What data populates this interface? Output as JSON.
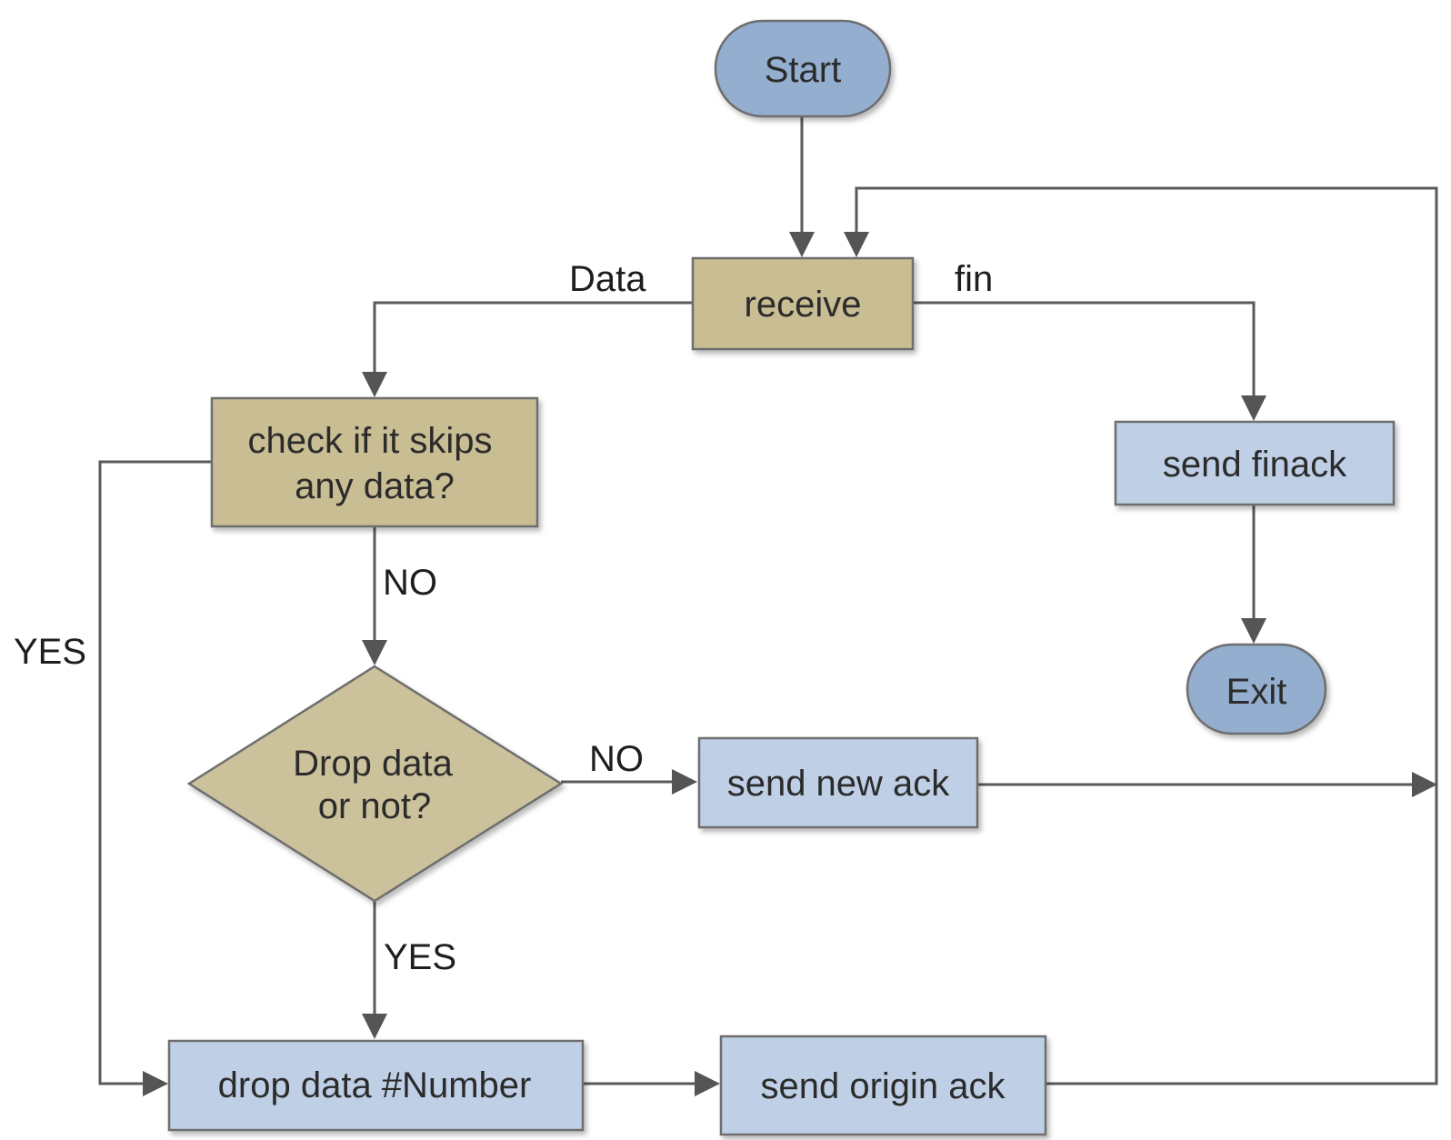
{
  "colors": {
    "terminal_fill": "#94aecf",
    "process_tan_fill": "#c9bd94",
    "process_blue_fill": "#bfd0e6",
    "decision_fill": "#cbc19b",
    "edge": "#5a5a5a"
  },
  "nodes": {
    "start": "Start",
    "receive": "receive",
    "check_skip": [
      "check if it skips",
      "any data?"
    ],
    "send_finack": "send finack",
    "exit": "Exit",
    "drop_decision": [
      "Drop data",
      "or not?"
    ],
    "send_new_ack": "send new ack",
    "drop_data": "drop data #Number",
    "send_origin_ack": "send origin ack"
  },
  "edge_labels": {
    "data": "Data",
    "fin": "fin",
    "check_no": "NO",
    "check_yes": "YES",
    "drop_no": "NO",
    "drop_yes": "YES"
  }
}
